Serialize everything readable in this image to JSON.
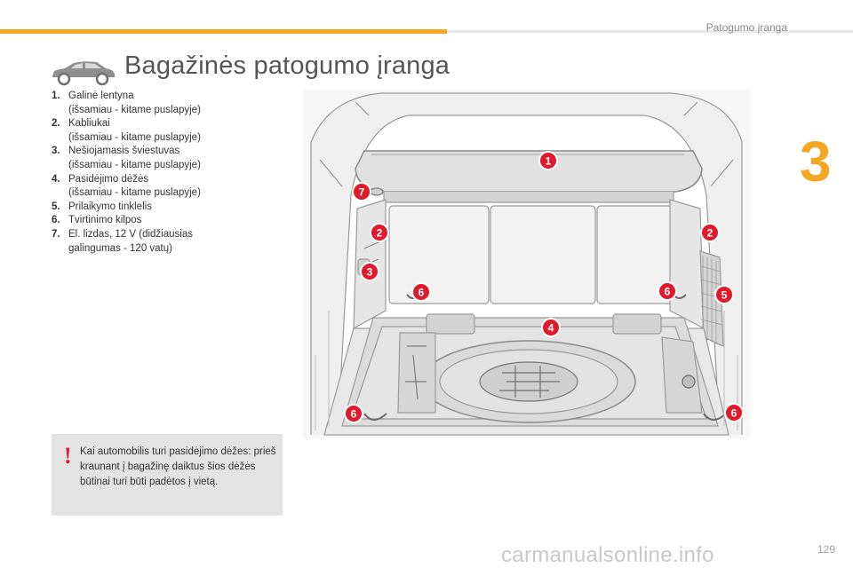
{
  "header": {
    "section": "Patogumo įranga",
    "chapter": "3"
  },
  "title": "Bagažinės patogumo įranga",
  "items": [
    {
      "num": "1.",
      "text": "Galinė lentyna\n(išsamiau - kitame puslapyje)"
    },
    {
      "num": "2.",
      "text": "Kabliukai\n(išsamiau - kitame puslapyje)"
    },
    {
      "num": "3.",
      "text": "Nešiojamasis šviestuvas\n(išsamiau - kitame puslapyje)"
    },
    {
      "num": "4.",
      "text": "Pasidėjimo dėžės\n(išsamiau - kitame puslapyje)"
    },
    {
      "num": "5.",
      "text": "Prilaikymo tinklelis"
    },
    {
      "num": "6.",
      "text": "Tvirtinimo kilpos"
    },
    {
      "num": "7.",
      "text": "El. lizdas, 12 V (didžiausias\ngalingumas - 120 vatų)"
    }
  ],
  "callouts": [
    "1",
    "2",
    "2",
    "3",
    "4",
    "5",
    "6",
    "6",
    "6",
    "6",
    "7"
  ],
  "note": {
    "mark": "!",
    "text": "Kai automobilis turi pasidėjimo dėžes: prieš kraunant į bagažinę daiktus šios dėžės būtinai turi būti padėtos į vietą."
  },
  "page_number": "129",
  "watermark": "carmanualsonline.info",
  "colors": {
    "accent": "#f5a623",
    "callout": "#e0192b",
    "note_bg": "#e3e3e3"
  }
}
